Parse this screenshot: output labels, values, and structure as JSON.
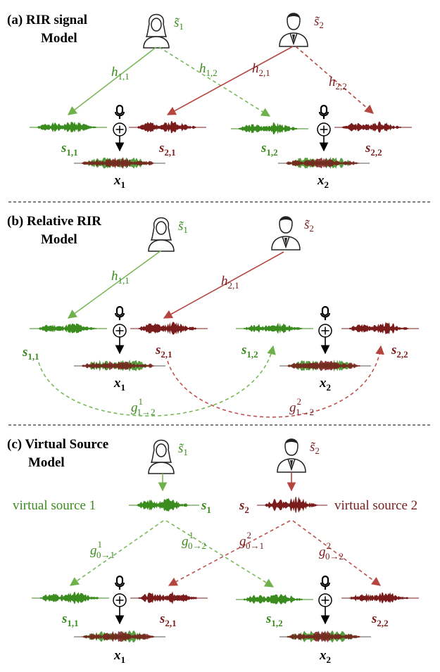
{
  "colors": {
    "green": "#3a8c1e",
    "red": "#7a1c1c",
    "lightgreen": "#7cc060",
    "lightred": "#c0504d"
  },
  "panels": {
    "a": {
      "title1": "(a) RIR signal",
      "title2": "Model"
    },
    "b": {
      "title1": "(b) Relative RIR",
      "title2": "Model"
    },
    "c": {
      "title1": "(c) Virtual Source",
      "title2": "Model"
    }
  },
  "symbols": {
    "s_tilde": "s̃",
    "h": "h",
    "s": "s",
    "x": "x",
    "g": "g",
    "i11": "1,1",
    "i12": "1,2",
    "i21": "2,1",
    "i22": "2,2",
    "one": "1",
    "two": "2",
    "arrow12": "1→2",
    "arrow01": "0→1",
    "arrow02": "0→2"
  },
  "labels": {
    "virtual_source_1": "virtual source 1",
    "virtual_source_2": "virtual source 2"
  },
  "icons": [
    "female-speaker-icon",
    "male-speaker-icon",
    "microphone-icon",
    "sum-icon"
  ]
}
